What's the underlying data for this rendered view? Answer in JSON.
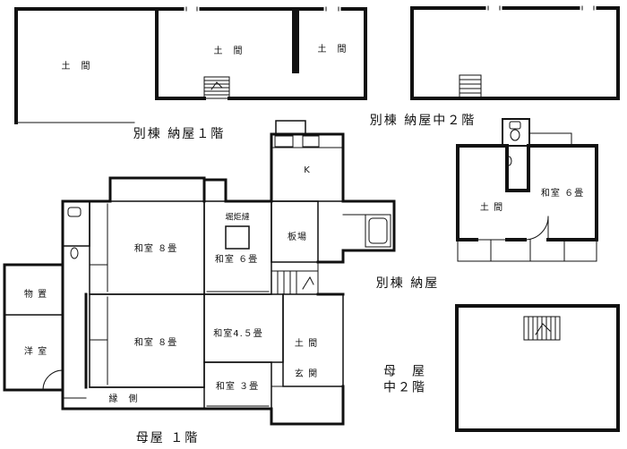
{
  "captions": {
    "annex_storehouse_1f": "別棟 納屋１階",
    "annex_storehouse_mezz": "別棟 納屋中２階",
    "annex_storehouse": "別棟 納屋",
    "main_house_1f": "母屋 １階",
    "main_house_mezz_line1": "母　屋",
    "main_house_mezz_line2": "中２階"
  },
  "rooms": {
    "doma_left": "土　間",
    "doma_center": "土　間",
    "doma_right": "土　間",
    "kitchen": "K",
    "annex_doma": "土 間",
    "annex_washitsu6": "和室 ６畳",
    "horigotatsu": "堀炬燵",
    "washitsu8_upper": "和室 ８畳",
    "washitsu6_main": "和室 ６畳",
    "itaba": "板場",
    "monooki": "物 置",
    "yoshitsu": "洋 室",
    "washitsu8_lower": "和室 ８畳",
    "washitsu45": "和室4.５畳",
    "washitsu3": "和室 ３畳",
    "doma_main": "土 間",
    "genkan": "玄 関",
    "engawa": "縁　側"
  }
}
